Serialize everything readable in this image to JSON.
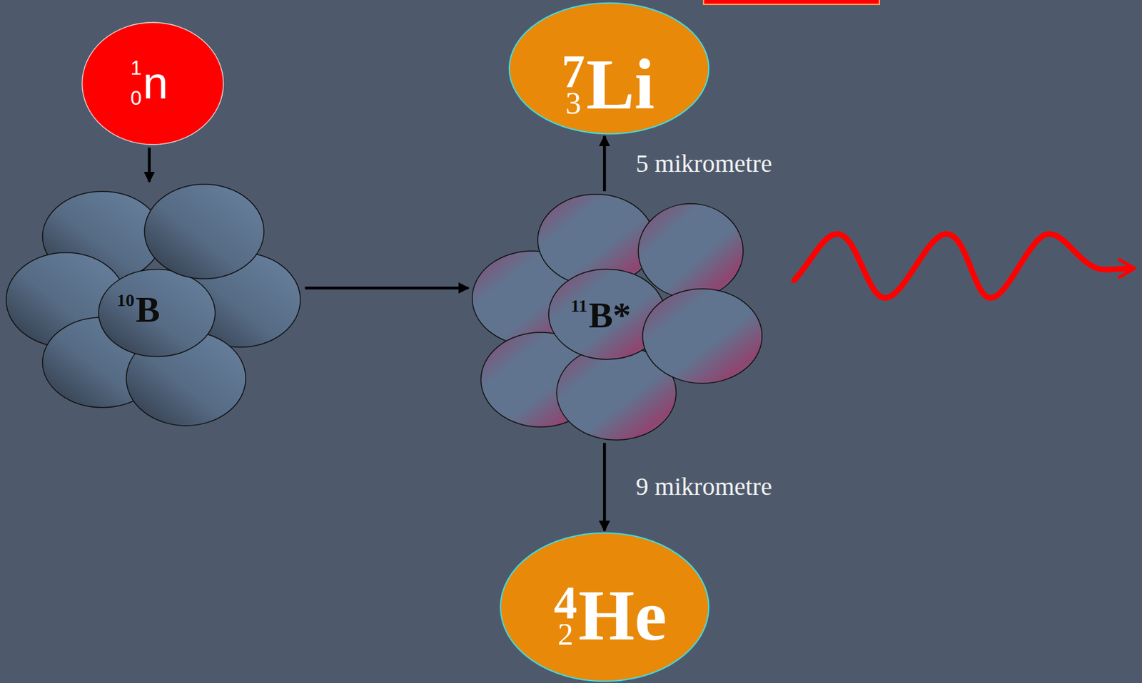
{
  "diagram": {
    "nodes": [
      {
        "text": [
          "1",
          "0",
          "n"
        ]
      },
      {
        "text": [
          "10",
          "B"
        ]
      },
      {
        "text": [
          "11",
          "B*"
        ]
      },
      {
        "text": [
          "7",
          "3",
          "Li"
        ]
      },
      {
        "text": [
          "4",
          "2",
          "He"
        ]
      }
    ],
    "edges": [
      {
        "from": 0,
        "to": 1,
        "arrow": "to"
      },
      {
        "from": 1,
        "to": 2,
        "arrow": "to"
      },
      {
        "from": 2,
        "to": 3,
        "arrow": "to",
        "label": "5 mikrometre"
      },
      {
        "from": 2,
        "to": 4,
        "arrow": "to",
        "label": "9 mikrometre"
      }
    ]
  }
}
